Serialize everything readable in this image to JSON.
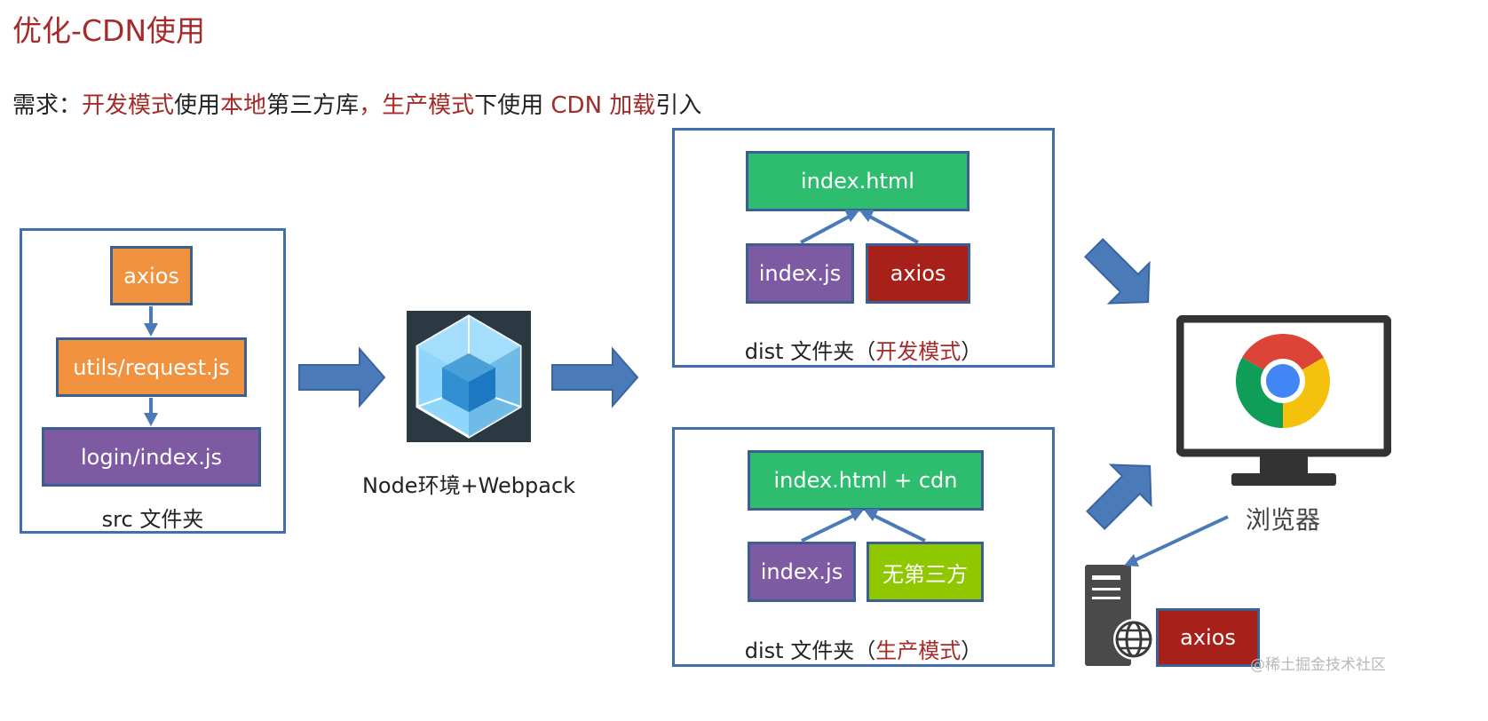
{
  "title": "优化-CDN使用",
  "requirement": {
    "prefix": "需求：",
    "dev_mode": "开发模式",
    "use": "使用",
    "local": "本地",
    "third_party_lib": "第三方库",
    "comma": "，",
    "prod_mode": "生产模式",
    "under_use": "下使用",
    "cdn_load": "CDN 加载",
    "import": "引入"
  },
  "src": {
    "axios": "axios",
    "request": "utils/request.js",
    "login": "login/index.js",
    "caption": "src 文件夹"
  },
  "webpack": {
    "label": "Node环境+Webpack"
  },
  "dist_dev": {
    "html": "index.html",
    "js": "index.js",
    "axios": "axios",
    "caption_prefix": "dist 文件夹（",
    "caption_mode": "开发模式",
    "caption_suffix": "）"
  },
  "dist_prod": {
    "html": "index.html + cdn",
    "js": "index.js",
    "none": "无第三方",
    "caption_prefix": "dist 文件夹（",
    "caption_mode": "生产模式",
    "caption_suffix": "）"
  },
  "browser": {
    "label": "浏览器"
  },
  "cdn_server": {
    "axios": "axios"
  },
  "watermark": "@稀土掘金技术社区",
  "colors": {
    "title_red": "#a52a2a",
    "frame_blue": "#3f6fb0",
    "arrow_blue": "#4a7ab8",
    "orange": "#f0923e",
    "purple": "#7e5aa2",
    "green": "#2ebd6e",
    "dark_red": "#a8201a",
    "lime": "#8fc800"
  }
}
